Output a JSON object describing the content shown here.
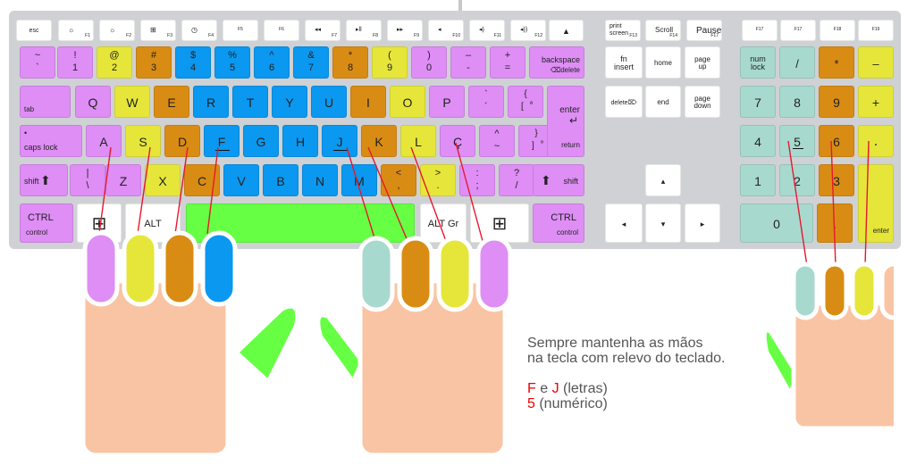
{
  "colors": {
    "pink": "#de8ef5",
    "yellow": "#e6e63a",
    "brown": "#d98c14",
    "blue": "#0a98f0",
    "teal": "#a8d9cf",
    "green": "#66ff44",
    "white": "#ffffff",
    "skin": "#f9c4a3",
    "kb_body": "#cfd1d4",
    "line": "#e8182d"
  },
  "keys": [
    {
      "c": "white",
      "l": [
        "esc"
      ],
      "s": 7
    },
    {
      "c": "white",
      "l": [
        "☼",
        "F1"
      ],
      "s": 8
    },
    {
      "c": "white",
      "l": [
        "☼",
        "F2"
      ],
      "s": 8
    },
    {
      "c": "white",
      "l": [
        "⊞",
        "F3"
      ],
      "s": 8
    },
    {
      "c": "white",
      "l": [
        "◷",
        "F4"
      ],
      "s": 8
    },
    {
      "c": "white",
      "l": [
        "F5"
      ],
      "s": 5
    },
    {
      "c": "white",
      "l": [
        "F6"
      ],
      "s": 5
    },
    {
      "c": "white",
      "l": [
        "◂◂",
        "F7"
      ],
      "s": 7
    },
    {
      "c": "white",
      "l": [
        "▸ll",
        "F8"
      ],
      "s": 7
    },
    {
      "c": "white",
      "l": [
        "▸▸",
        "F9"
      ],
      "s": 7
    },
    {
      "c": "white",
      "l": [
        "◂",
        "F10"
      ],
      "s": 7
    },
    {
      "c": "white",
      "l": [
        "◂)",
        "F11"
      ],
      "s": 7
    },
    {
      "c": "white",
      "l": [
        "◂))",
        "F12"
      ],
      "s": 7
    },
    {
      "c": "white",
      "l": [
        "▲"
      ],
      "s": 9
    },
    {
      "c": "white",
      "l": [
        "print",
        "screen",
        "F13"
      ],
      "s": 7
    },
    {
      "c": "white",
      "l": [
        "Scroll",
        "F14"
      ],
      "s": 8
    },
    {
      "c": "white",
      "l": [
        "Pause",
        "F17"
      ],
      "s": 10
    },
    {
      "c": "white",
      "l": [
        "F17"
      ],
      "s": 5
    },
    {
      "c": "white",
      "l": [
        "F17"
      ],
      "s": 5
    },
    {
      "c": "white",
      "l": [
        "F18"
      ],
      "s": 5
    },
    {
      "c": "white",
      "l": [
        "F19"
      ],
      "s": 5
    },
    {
      "c": "pink",
      "l": [
        "~",
        "`"
      ],
      "s": 11
    },
    {
      "c": "pink",
      "l": [
        "!",
        "1"
      ],
      "s": 11
    },
    {
      "c": "yellow",
      "l": [
        "@",
        "2"
      ],
      "s": 11
    },
    {
      "c": "brown",
      "l": [
        "#",
        "3"
      ],
      "s": 11
    },
    {
      "c": "blue",
      "l": [
        "$",
        "4"
      ],
      "s": 11
    },
    {
      "c": "blue",
      "l": [
        "%",
        "5"
      ],
      "s": 11
    },
    {
      "c": "blue",
      "l": [
        "^",
        "6"
      ],
      "s": 11
    },
    {
      "c": "blue",
      "l": [
        "&",
        "7"
      ],
      "s": 11
    },
    {
      "c": "brown",
      "l": [
        "*",
        "8"
      ],
      "s": 11
    },
    {
      "c": "yellow",
      "l": [
        "(",
        "9"
      ],
      "s": 11
    },
    {
      "c": "pink",
      "l": [
        ")",
        "0"
      ],
      "s": 11
    },
    {
      "c": "pink",
      "l": [
        "–",
        "-"
      ],
      "s": 11
    },
    {
      "c": "pink",
      "l": [
        "+",
        "="
      ],
      "s": 11
    },
    {
      "c": "pink",
      "l": [
        "backspace",
        "⌫delete"
      ],
      "s": 9
    },
    {
      "c": "white",
      "l": [
        "fn",
        "insert"
      ],
      "s": 9
    },
    {
      "c": "white",
      "l": [
        "home"
      ],
      "s": 8
    },
    {
      "c": "white",
      "l": [
        "page",
        "up"
      ],
      "s": 8
    },
    {
      "c": "teal",
      "l": [
        "num",
        "lock"
      ],
      "s": 9
    },
    {
      "c": "teal",
      "l": [
        "/"
      ],
      "s": 13
    },
    {
      "c": "brown",
      "l": [
        "*"
      ],
      "s": 13
    },
    {
      "c": "yellow",
      "l": [
        "–"
      ],
      "s": 13
    },
    {
      "c": "pink",
      "l": [
        "tab"
      ],
      "s": 8
    },
    {
      "c": "pink",
      "l": [
        "Q"
      ],
      "s": 14
    },
    {
      "c": "yellow",
      "l": [
        "W"
      ],
      "s": 14
    },
    {
      "c": "brown",
      "l": [
        "E"
      ],
      "s": 14
    },
    {
      "c": "blue",
      "l": [
        "R"
      ],
      "s": 14
    },
    {
      "c": "blue",
      "l": [
        "T"
      ],
      "s": 14
    },
    {
      "c": "blue",
      "l": [
        "Y"
      ],
      "s": 14
    },
    {
      "c": "blue",
      "l": [
        "U"
      ],
      "s": 14
    },
    {
      "c": "brown",
      "l": [
        "I"
      ],
      "s": 14
    },
    {
      "c": "yellow",
      "l": [
        "O"
      ],
      "s": 14
    },
    {
      "c": "pink",
      "l": [
        "P"
      ],
      "s": 14
    },
    {
      "c": "pink",
      "l": [
        "`",
        "´"
      ],
      "s": 11
    },
    {
      "c": "pink",
      "l": [
        "{",
        "[",
        "ª"
      ],
      "s": 10
    },
    {
      "c": "white",
      "l": [
        "delete⌦"
      ],
      "s": 7
    },
    {
      "c": "white",
      "l": [
        "end"
      ],
      "s": 8
    },
    {
      "c": "white",
      "l": [
        "page",
        "down"
      ],
      "s": 8
    },
    {
      "c": "teal",
      "l": [
        "7"
      ],
      "s": 14
    },
    {
      "c": "teal",
      "l": [
        "8"
      ],
      "s": 14
    },
    {
      "c": "brown",
      "l": [
        "9"
      ],
      "s": 14
    },
    {
      "c": "yellow",
      "l": [
        "+"
      ],
      "s": 14
    },
    {
      "c": "pink",
      "l": [
        "•",
        "caps lock"
      ],
      "s": 9
    },
    {
      "c": "pink",
      "l": [
        "A"
      ],
      "s": 14
    },
    {
      "c": "yellow",
      "l": [
        "S"
      ],
      "s": 14
    },
    {
      "c": "brown",
      "l": [
        "D"
      ],
      "s": 14
    },
    {
      "c": "blue",
      "l": [
        "F"
      ],
      "s": 14
    },
    {
      "c": "blue",
      "l": [
        "G"
      ],
      "s": 14
    },
    {
      "c": "blue",
      "l": [
        "H"
      ],
      "s": 14
    },
    {
      "c": "blue",
      "l": [
        "J"
      ],
      "s": 14
    },
    {
      "c": "brown",
      "l": [
        "K"
      ],
      "s": 14
    },
    {
      "c": "yellow",
      "l": [
        "L"
      ],
      "s": 14
    },
    {
      "c": "pink",
      "l": [
        "Ç"
      ],
      "s": 14
    },
    {
      "c": "pink",
      "l": [
        "^",
        "~"
      ],
      "s": 11
    },
    {
      "c": "pink",
      "l": [
        "}",
        "]",
        "º"
      ],
      "s": 10
    },
    {
      "c": "pink",
      "l": [
        "enter",
        "↵",
        "return"
      ],
      "s": 10
    },
    {
      "c": "teal",
      "l": [
        "4"
      ],
      "s": 14
    },
    {
      "c": "teal",
      "l": [
        "5"
      ],
      "s": 14
    },
    {
      "c": "brown",
      "l": [
        "6"
      ],
      "s": 14
    },
    {
      "c": "yellow",
      "l": [
        "."
      ],
      "s": 16
    },
    {
      "c": "pink",
      "l": [
        "⬆",
        "shift"
      ],
      "s": 9
    },
    {
      "c": "pink",
      "l": [
        "|",
        "\\"
      ],
      "s": 11
    },
    {
      "c": "pink",
      "l": [
        "Z"
      ],
      "s": 14
    },
    {
      "c": "yellow",
      "l": [
        "X"
      ],
      "s": 14
    },
    {
      "c": "brown",
      "l": [
        "C"
      ],
      "s": 14
    },
    {
      "c": "blue",
      "l": [
        "V"
      ],
      "s": 14
    },
    {
      "c": "blue",
      "l": [
        "B"
      ],
      "s": 14
    },
    {
      "c": "blue",
      "l": [
        "N"
      ],
      "s": 14
    },
    {
      "c": "blue",
      "l": [
        "M"
      ],
      "s": 14
    },
    {
      "c": "brown",
      "l": [
        "<",
        ","
      ],
      "s": 11
    },
    {
      "c": "yellow",
      "l": [
        ">",
        "."
      ],
      "s": 11
    },
    {
      "c": "pink",
      "l": [
        ":",
        ";"
      ],
      "s": 11
    },
    {
      "c": "pink",
      "l": [
        "?",
        "/"
      ],
      "s": 11
    },
    {
      "c": "pink",
      "l": [
        "⬆",
        "shift"
      ],
      "s": 9
    },
    {
      "c": "white",
      "l": [
        "▴"
      ],
      "s": 9
    },
    {
      "c": "teal",
      "l": [
        "1"
      ],
      "s": 14
    },
    {
      "c": "teal",
      "l": [
        "2"
      ],
      "s": 14
    },
    {
      "c": "brown",
      "l": [
        "3"
      ],
      "s": 14
    },
    {
      "c": "yellow",
      "l": [
        "enter"
      ],
      "s": 8
    },
    {
      "c": "pink",
      "l": [
        "CTRL",
        "control"
      ],
      "s": 11
    },
    {
      "c": "white",
      "l": [
        "⊞"
      ],
      "s": 20
    },
    {
      "c": "white",
      "l": [
        "ALT"
      ],
      "s": 11
    },
    {
      "c": "green",
      "l": [
        ""
      ],
      "s": 9
    },
    {
      "c": "white",
      "l": [
        "ALT Gr"
      ],
      "s": 11
    },
    {
      "c": "white",
      "l": [
        "⊞"
      ],
      "s": 20
    },
    {
      "c": "pink",
      "l": [
        "CTRL",
        "control"
      ],
      "s": 11
    },
    {
      "c": "white",
      "l": [
        "◂"
      ],
      "s": 9
    },
    {
      "c": "white",
      "l": [
        "▾"
      ],
      "s": 9
    },
    {
      "c": "white",
      "l": [
        "▸"
      ],
      "s": 9
    },
    {
      "c": "teal",
      "l": [
        "0"
      ],
      "s": 14
    },
    {
      "c": "brown",
      "l": [
        "."
      ],
      "s": 14
    }
  ],
  "hands": {
    "left": {
      "fingers": [
        "pink",
        "yellow",
        "brown",
        "blue"
      ],
      "thumb": "green"
    },
    "right": {
      "fingers": [
        "teal",
        "brown",
        "yellow",
        "pink"
      ],
      "thumb": "green"
    },
    "numpad": {
      "fingers": [
        "teal",
        "brown",
        "yellow",
        "skin"
      ],
      "thumb": "green"
    }
  },
  "caption": {
    "line1": "Sempre mantenha as mãos",
    "line2": "na tecla com relevo do teclado.",
    "fj_f": "F",
    "fj_e": " e ",
    "fj_j": "J",
    "fj_tail": " (letras)",
    "num_5": "5",
    "num_tail": " (numérico)"
  }
}
